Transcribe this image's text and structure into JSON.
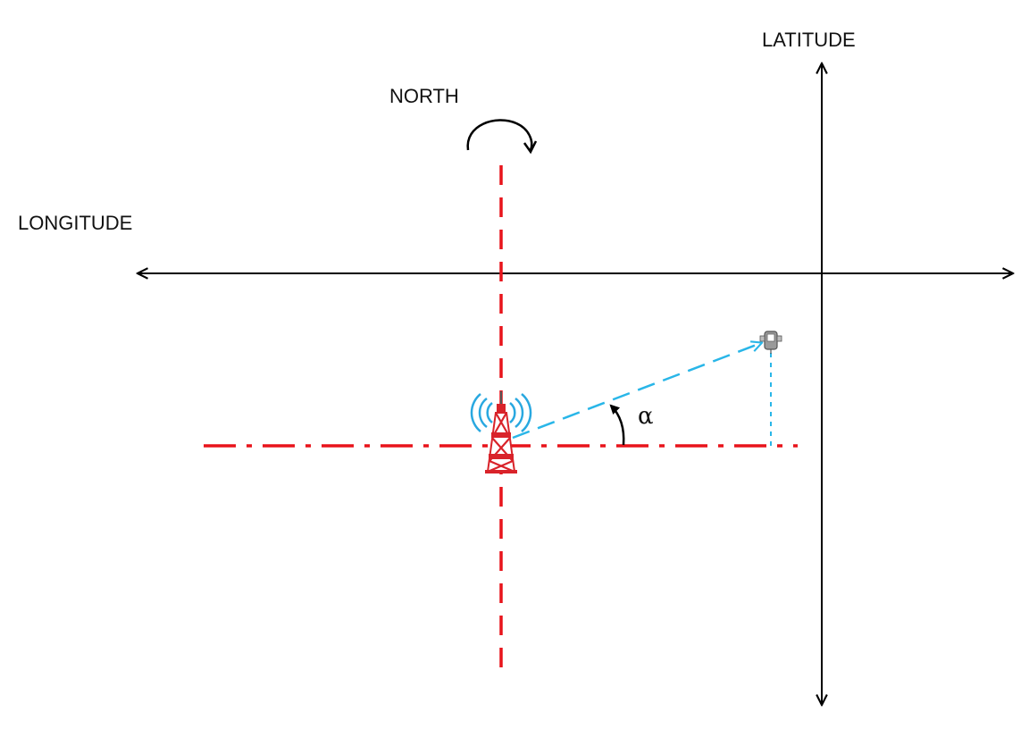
{
  "labels": {
    "latitude": "LATITUDE",
    "north": "NORTH",
    "longitude": "LONGITUDE",
    "angle": "α"
  },
  "icons": {
    "tower": "cell-tower-icon",
    "device": "mobile-device-icon",
    "rotation": "curved-arrow-icon"
  },
  "colors": {
    "axes": "#000000",
    "reference_lines": "#e8141b",
    "direction_line": "#29b6e8",
    "tower_red": "#d9232a",
    "signal_waves": "#29a8e0",
    "device": "#8c8c8c"
  }
}
